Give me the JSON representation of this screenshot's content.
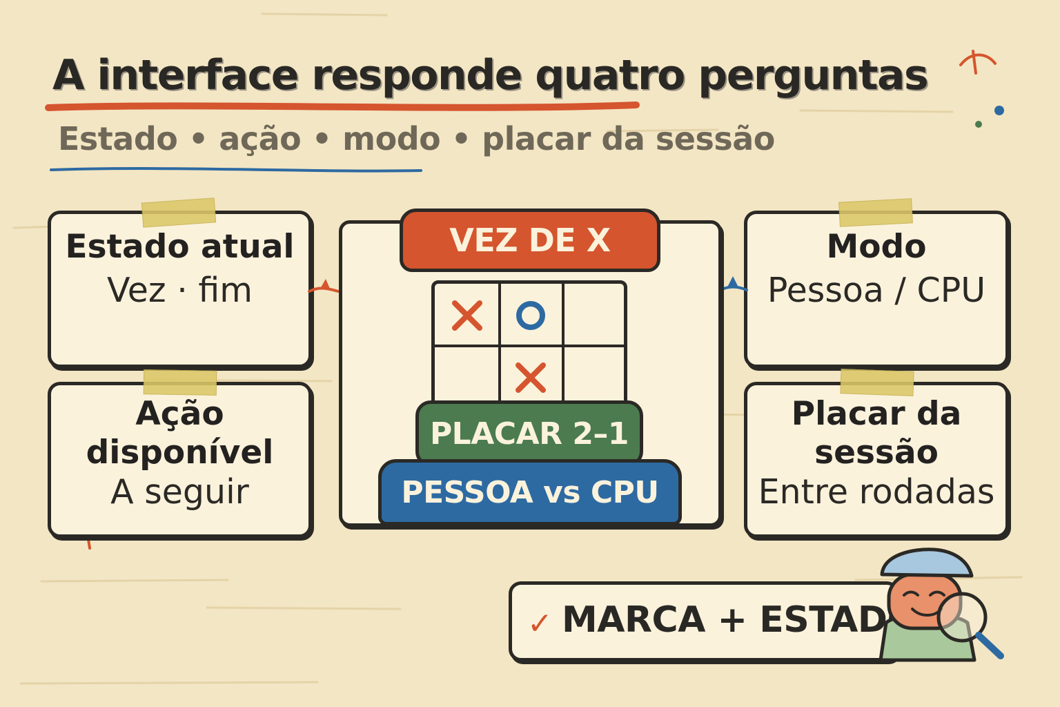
{
  "title": "A interface responde quatro perguntas",
  "subtitle": "Estado • ação • modo • placar da sessão",
  "cards": {
    "state": {
      "head": "Estado atual",
      "value": "Vez · fim"
    },
    "action": {
      "head_line1": "Ação",
      "head_line2": "disponível",
      "value": "A seguir"
    },
    "mode": {
      "head": "Modo",
      "value": "Pessoa / CPU"
    },
    "score": {
      "head_line1": "Placar da",
      "head_line2": "sessão",
      "value": "Entre rodadas"
    }
  },
  "center": {
    "turn_label": "VEZ DE X",
    "score_label": "PLACAR 2–1",
    "mode_label": "PESSOA vs CPU",
    "board": [
      [
        "X",
        "O",
        ""
      ],
      [
        "",
        "X",
        ""
      ]
    ]
  },
  "status": {
    "check_icon": "✓",
    "label": "MARCA + ESTADO"
  },
  "colors": {
    "background": "#f3e6c4",
    "accent_red": "#d5552e",
    "accent_green": "#4b7b4e",
    "accent_blue": "#2d6aa2",
    "ink": "#2b2925"
  },
  "icons": [
    "x-mark-icon",
    "o-mark-icon",
    "check-icon",
    "detective-with-magnifier-icon"
  ]
}
